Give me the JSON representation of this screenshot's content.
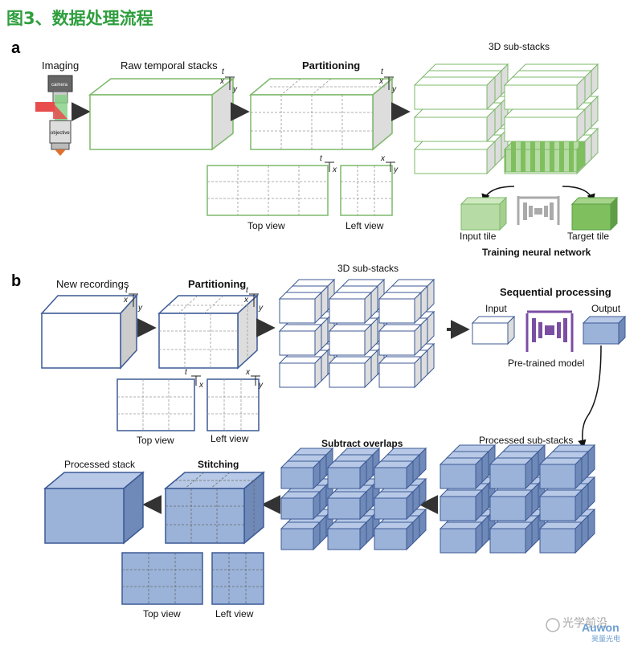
{
  "figure_title": "图3、数据处理流程",
  "colors": {
    "title_green": "#2e9e3e",
    "green_stroke": "#7db86a",
    "green_fill_light": "#b7dba4",
    "green_fill_dark": "#7fbf5e",
    "blue_stroke": "#3c5a96",
    "blue_fill": "#9bb3d9",
    "purple": "#7b4ea3",
    "gray": "#999999",
    "arrow": "#333333"
  },
  "panel_a": {
    "letter": "a",
    "imaging": "Imaging",
    "camera": "camera",
    "objective": "objective",
    "raw_stacks": "Raw temporal stacks",
    "partitioning": "Partitioning",
    "substacks": "3D sub-stacks",
    "top_view": "Top view",
    "left_view": "Left view",
    "input_tile": "Input tile",
    "target_tile": "Target tile",
    "training": "Training neural network",
    "axis_t": "t",
    "axis_x": "x",
    "axis_y": "y"
  },
  "panel_b": {
    "letter": "b",
    "new_recordings": "New recordings",
    "partitioning": "Partitioning",
    "substacks": "3D sub-stacks",
    "sequential": "Sequential processing",
    "input": "Input",
    "output": "Output",
    "pretrained": "Pre-trained model",
    "top_view": "Top view",
    "left_view": "Left view",
    "processed_substacks": "Processed sub-stacks",
    "subtract": "Subtract overlaps",
    "stitching": "Stitching",
    "processed_stack": "Processed stack",
    "top_view2": "Top view",
    "left_view2": "Left view"
  },
  "watermark": {
    "main": "光学前沿",
    "brand": "Auwon",
    "brand_cn": "昊量光电"
  }
}
